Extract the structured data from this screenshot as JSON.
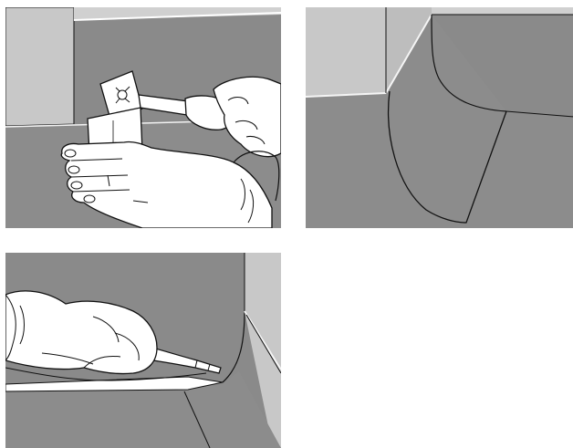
{
  "colors": {
    "background": "#ffffff",
    "floor": "#8c8c8c",
    "wall": "#8a8a8a",
    "upper_wall": "#a9a9a9",
    "light_wall": "#c8c8c8",
    "outline": "#111111",
    "hands": "#ffffff"
  },
  "panels": [
    {
      "id": "panel-1",
      "depicts": "hands-holding-heat-gun-over-folded-floor-corner"
    },
    {
      "id": "panel-2",
      "depicts": "finished-rounded-floor-corner-at-wall"
    },
    {
      "id": "panel-3",
      "depicts": "hand-welding-seam-along-floor-edge"
    }
  ]
}
